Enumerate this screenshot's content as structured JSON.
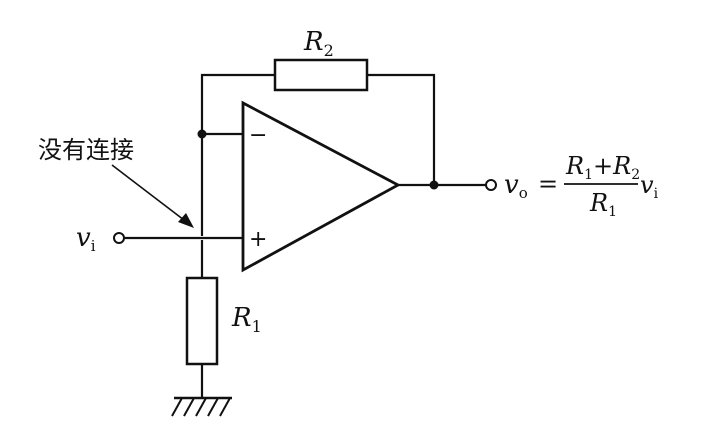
{
  "annotation": {
    "text": "没有连接"
  },
  "labels": {
    "R2": {
      "main": "R",
      "sub": "2"
    },
    "R1": {
      "main": "R",
      "sub": "1"
    },
    "vi": {
      "main": "v",
      "sub": "i"
    },
    "vo": {
      "main": "v",
      "sub": "o"
    }
  },
  "opamp": {
    "minus": "−",
    "plus": "+"
  },
  "formula": {
    "equals": "=",
    "num": {
      "r1": "R",
      "r1_sub": "1",
      "plus": "+",
      "r2": "R",
      "r2_sub": "2"
    },
    "den": {
      "r1": "R",
      "r1_sub": "1"
    },
    "tail": {
      "v": "v",
      "sub": "i"
    }
  }
}
